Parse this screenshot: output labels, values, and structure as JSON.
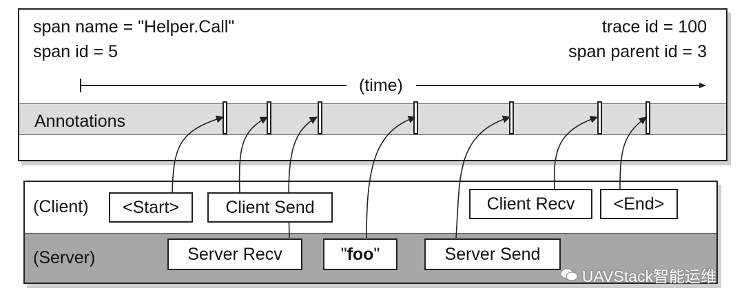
{
  "span": {
    "name_text": "span name = \"Helper.Call\"",
    "id_text": "span id = 5",
    "trace_text": "trace id = 100",
    "parent_text": "span parent id = 3",
    "time_label": "(time)",
    "annotations_label": "Annotations"
  },
  "process": {
    "client_label": "(Client)",
    "server_label": "(Server)",
    "events": {
      "start": "<Start>",
      "client_send": "Client Send",
      "client_recv": "Client Recv",
      "end": "<End>",
      "server_recv": "Server Recv",
      "foo_open": "\"",
      "foo_word": "foo",
      "foo_close": "\"",
      "server_send": "Server Send"
    }
  },
  "watermark": {
    "text": "UAVStack智能运维",
    "icon": "wechat-icon"
  },
  "colors": {
    "annotation_band": "#dcdcdc",
    "server_band": "#a7a7a7",
    "line": "#222222"
  }
}
